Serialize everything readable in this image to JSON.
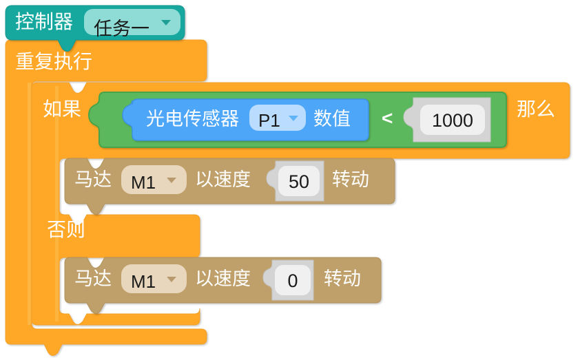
{
  "program": {
    "title_block": {
      "label": "控制器",
      "dropdown": {
        "value": "任务一",
        "icon": "chevron-down-icon"
      },
      "color": "#17a89e"
    },
    "loop_block": {
      "label": "重复执行",
      "color": "#ffa726"
    },
    "if_block": {
      "if_label": "如果",
      "then_label": "那么",
      "else_label": "否则",
      "color": "#ffa726"
    },
    "condition": {
      "operator": "<",
      "color": "#5cb85c",
      "left_operand": {
        "prefix": "光电传感器",
        "port": {
          "value": "P1",
          "icon": "chevron-down-icon"
        },
        "suffix": "数值",
        "color": "#4da6f7"
      },
      "right_operand": {
        "value": "1000"
      }
    },
    "then_statement": {
      "prefix": "马达",
      "motor": {
        "value": "M1",
        "icon": "chevron-down-icon"
      },
      "middle": "以速度",
      "speed": "50",
      "suffix": "转动",
      "color": "#bfa06a"
    },
    "else_statement": {
      "prefix": "马达",
      "motor": {
        "value": "M1",
        "icon": "chevron-down-icon"
      },
      "middle": "以速度",
      "speed": "0",
      "suffix": "转动",
      "color": "#bfa06a"
    }
  }
}
